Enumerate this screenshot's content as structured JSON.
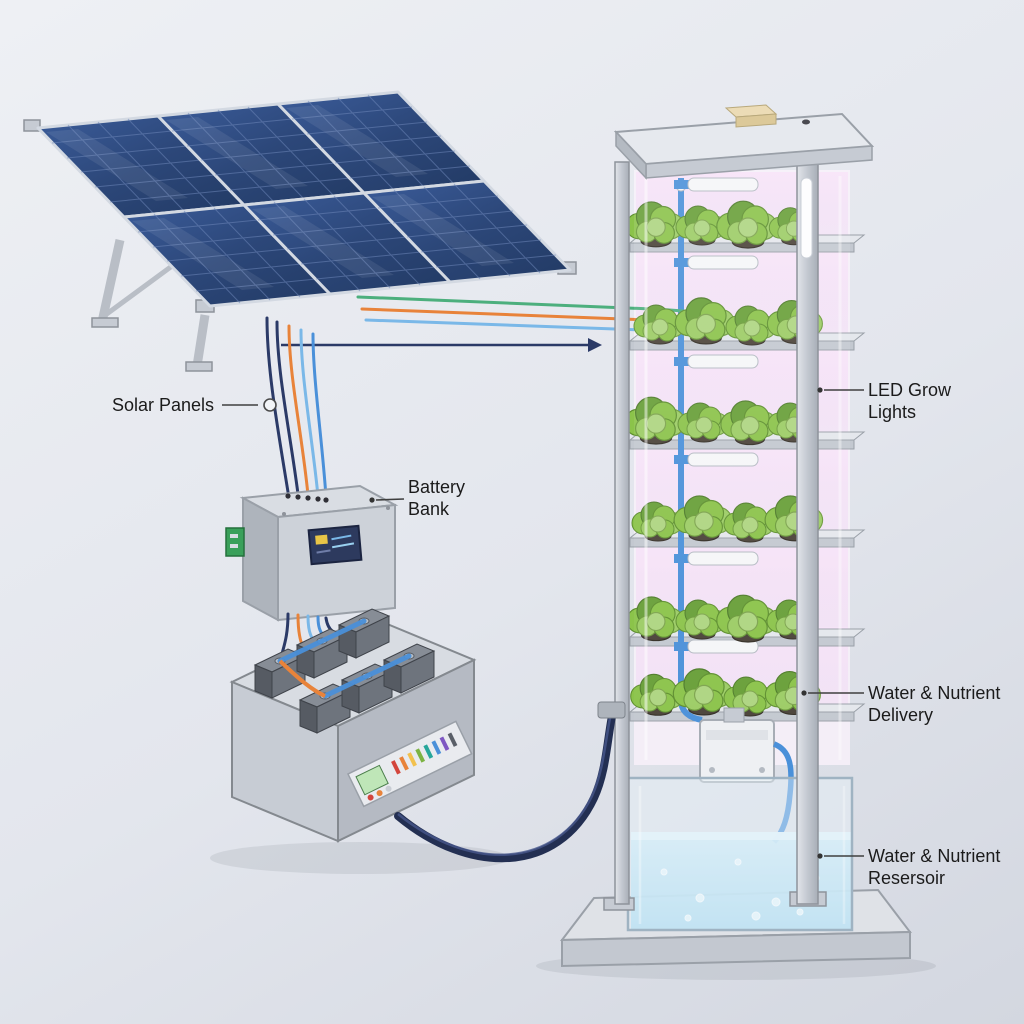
{
  "labels": {
    "solar_panels": "Solar Panels",
    "battery_bank": {
      "line1": "Battery",
      "line2": "Bank"
    },
    "led_grow_lights": {
      "line1": "LED Grow",
      "line2": "Lights"
    },
    "water_nutrient_delivery": {
      "line1": "Water & Nutrient",
      "line2": "Delivery"
    },
    "water_nutrient_reservoir": {
      "line1": "Water & Nutrient",
      "line2": "Resersoir"
    }
  },
  "colors": {
    "background_top": "#eef0f4",
    "background_bottom": "#d3d7e0",
    "panel_dark": "#223a64",
    "panel_mid": "#2c4779",
    "panel_frame": "#d3d9e2",
    "structure_gray": "#c6cbd3",
    "structure_gray_dark": "#9aa0a8",
    "wire_navy": "#2b3a67",
    "wire_orange": "#e8833a",
    "wire_sky": "#7ab8e8",
    "wire_blue": "#4a90d9",
    "wire_green": "#4caf7d",
    "leaf_green": "#8bc34a",
    "leaf_green_dark": "#689f38",
    "leaf_green_light": "#aed581",
    "glow_pink": "#f5dcf5",
    "tube_blue": "#4a90d9",
    "water_blue": "#b5e0f2",
    "label_text": "#1b1b1b"
  }
}
